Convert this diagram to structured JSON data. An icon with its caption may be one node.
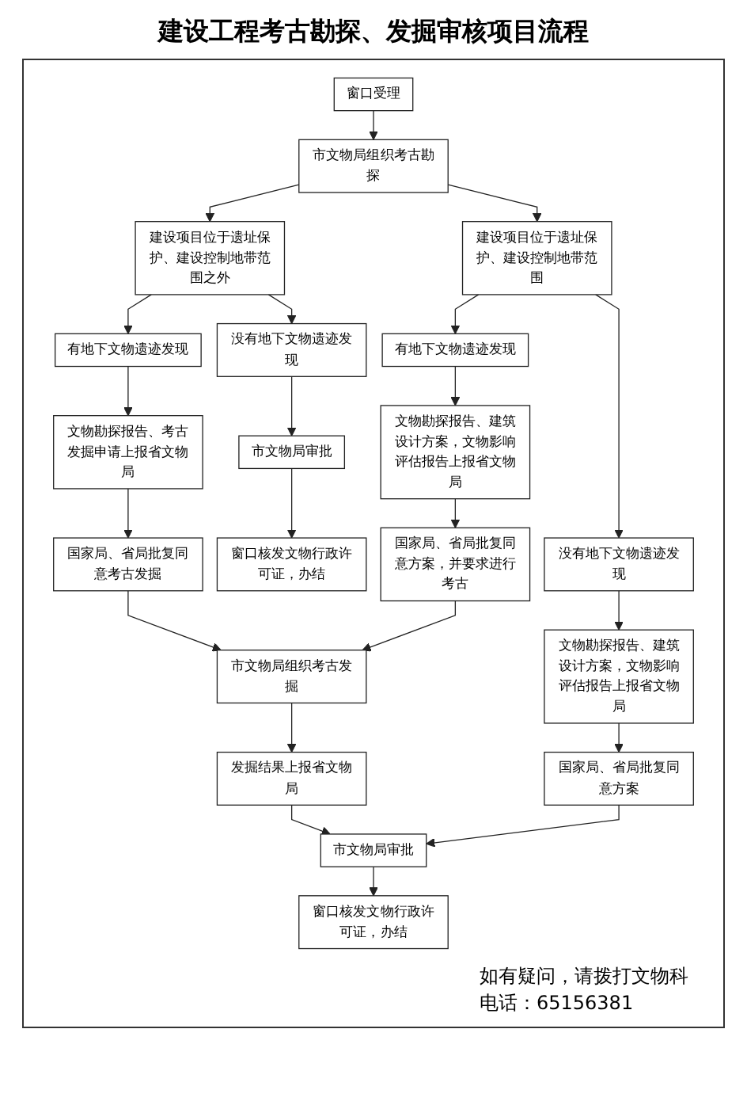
{
  "diagram": {
    "title": "建设工程考古勘探、发掘审核项目流程",
    "nodes": [
      {
        "text": [
          "窗口受理"
        ]
      },
      {
        "text": [
          "市文物局组织考古勘探"
        ]
      },
      {
        "text": [
          "建设项目位于遗址保护、建设控制地带范围之外"
        ]
      },
      {
        "text": [
          "建设项目位于遗址保护、建设控制地带范围"
        ]
      },
      {
        "text": [
          "没有地下文物遗迹发现"
        ]
      },
      {
        "text": [
          "有地下文物遗迹发现"
        ]
      },
      {
        "text": [
          "有地下文物遗迹发现"
        ]
      },
      {
        "text": [
          "没有地下文物遗迹发现"
        ]
      },
      {
        "text": [
          "市文物局审批"
        ]
      },
      {
        "text": [
          "文物勘探报告、考古发掘申请上报省文物局"
        ]
      },
      {
        "text": [
          "文物勘探报告、建筑设计方案，文物影响评估报告上报省文物局"
        ]
      },
      {
        "text": [
          "文物勘探报告、建筑设计方案，文物影响评估报告上报省文物局"
        ]
      },
      {
        "text": [
          "窗口核发文物行政许可证，办结"
        ]
      },
      {
        "text": [
          "国家局、省局批复同意考古发掘"
        ]
      },
      {
        "text": [
          "国家局、省局批复同意方案，并要求进行考古"
        ]
      },
      {
        "text": [
          "国家局、省局批复同意方案"
        ]
      },
      {
        "text": [
          "市文物局组织考古发掘"
        ]
      },
      {
        "text": [
          "发掘结果上报省文物局"
        ]
      },
      {
        "text": [
          "市文物局审批"
        ]
      },
      {
        "text": [
          "窗口核发文物行政许可证，办结"
        ]
      }
    ],
    "edges": [
      {
        "from": 0,
        "to": 1,
        "arrow": "to"
      },
      {
        "from": 1,
        "to": 2,
        "arrow": "to"
      },
      {
        "from": 1,
        "to": 3,
        "arrow": "to"
      },
      {
        "from": 2,
        "to": 4,
        "arrow": "to"
      },
      {
        "from": 2,
        "to": 5,
        "arrow": "to"
      },
      {
        "from": 3,
        "to": 6,
        "arrow": "to"
      },
      {
        "from": 3,
        "to": 7,
        "arrow": "to"
      },
      {
        "from": 4,
        "to": 8,
        "arrow": "to"
      },
      {
        "from": 5,
        "to": 9,
        "arrow": "to"
      },
      {
        "from": 6,
        "to": 10,
        "arrow": "to"
      },
      {
        "from": 7,
        "to": 11,
        "arrow": "to"
      },
      {
        "from": 8,
        "to": 12,
        "arrow": "to"
      },
      {
        "from": 9,
        "to": 13,
        "arrow": "to"
      },
      {
        "from": 10,
        "to": 14,
        "arrow": "to"
      },
      {
        "from": 11,
        "to": 15,
        "arrow": "to"
      },
      {
        "from": 13,
        "to": 16,
        "arrow": "to"
      },
      {
        "from": 14,
        "to": 16,
        "arrow": "to"
      },
      {
        "from": 16,
        "to": 17,
        "arrow": "to"
      },
      {
        "from": 17,
        "to": 18,
        "arrow": "to"
      },
      {
        "from": 15,
        "to": 18,
        "arrow": "to"
      },
      {
        "from": 18,
        "to": 19,
        "arrow": "to"
      }
    ],
    "labels": [
      "如有疑问，请拨打文物科电话：65156381"
    ]
  }
}
